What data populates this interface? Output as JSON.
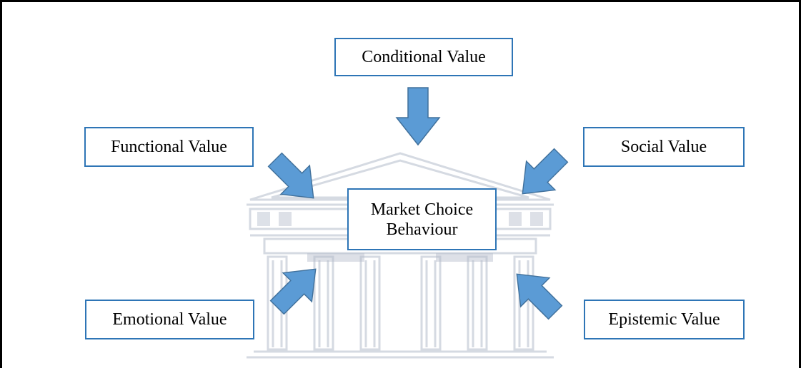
{
  "diagram": {
    "center": {
      "label": "Market Choice Behaviour"
    },
    "values": {
      "conditional": "Conditional Value",
      "functional": "Functional Value",
      "social": "Social Value",
      "emotional": "Emotional Value",
      "epistemic": "Epistemic Value"
    }
  },
  "colors": {
    "box_border": "#2e75b6",
    "arrow_fill": "#5b9bd5",
    "arrow_stroke": "#41719c",
    "watermark": "#b4bccb"
  },
  "icons": {
    "watermark": "university-building-icon"
  }
}
